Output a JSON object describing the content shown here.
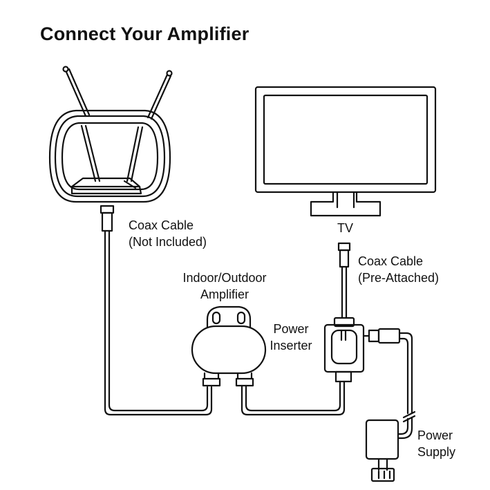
{
  "title": "Connect Your Amplifier",
  "labels": {
    "coax_cable_left": [
      "Coax Cable",
      "(Not Included)"
    ],
    "tv": "TV",
    "coax_cable_right": [
      "Coax Cable",
      "(Pre-Attached)"
    ],
    "amplifier": [
      "Indoor/Outdoor",
      "Amplifier"
    ],
    "power_inserter": [
      "Power",
      "Inserter"
    ],
    "power_supply": [
      "Power",
      "Supply"
    ]
  }
}
